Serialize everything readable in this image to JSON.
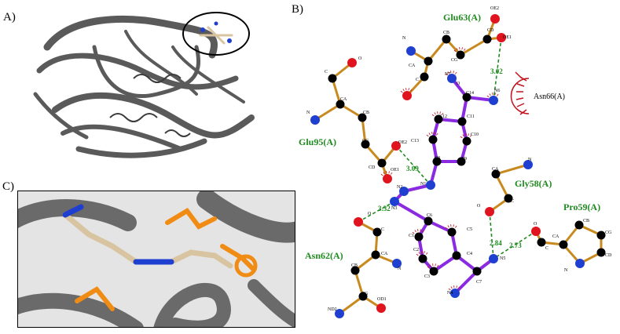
{
  "panels": {
    "a_label": "A)",
    "b_label": "B)",
    "c_label": "C)"
  },
  "residues": {
    "glu63": "Glu63(A)",
    "glu95": "Glu95(A)",
    "gly58": "Gly58(A)",
    "pro59": "Pro59(A)",
    "asn62": "Asn62(A)",
    "asn66": "Asn66(A)"
  },
  "distances": {
    "d302": "3.02",
    "d309": "3.09",
    "d332": "3.32",
    "d284": "2.84",
    "d273": "2.73"
  },
  "atoms": {
    "oe2_top": "OE2",
    "oe1_top": "OE1",
    "cd_top": "CD",
    "cb_top": "CB",
    "n_top": "N",
    "ca_top": "CA",
    "cg_top": "CG",
    "c_top": "C",
    "o_top": "O",
    "n7": "N7",
    "c14": "C14",
    "n6": "N6",
    "c12": "C12",
    "c11": "C11",
    "c13": "C13",
    "c10": "C10",
    "c9": "C9",
    "c8": "C8",
    "n1": "N1",
    "n2": "N2",
    "n3": "N3",
    "c_left": "C",
    "o_left": "O",
    "ca_left": "CA",
    "n_left": "N",
    "cb_left": "CB",
    "cg_left": "CG",
    "oe2_left": "OE2",
    "cd_left": "CD",
    "oe1_left": "OE1",
    "ca_gly": "CA",
    "n_gly": "N",
    "c_gly": "C",
    "o_gly": "O",
    "c6": "C6",
    "c5": "C5",
    "c1": "C1",
    "c2": "C2",
    "c3": "C3",
    "c4": "C4",
    "c7": "C7",
    "n4": "N4",
    "n5": "N5",
    "o_asn": "O",
    "c_asn": "C",
    "ca_asn": "CA",
    "n_asn": "N",
    "cb_asn": "CB",
    "cg_asn": "CG",
    "nd2": "ND2",
    "od1": "OD1",
    "o_pro": "O",
    "c_pro": "C",
    "ca_pro": "CA",
    "cb_pro": "CB",
    "cg_pro": "CG",
    "cd_pro": "CD",
    "n_pro": "N"
  },
  "colors": {
    "ligand_bond": "#8a2be2",
    "residue_bond": "#c88a1e",
    "carbon": "#000000",
    "nitrogen": "#1e3fd0",
    "oxygen": "#e0141e",
    "hbond": "#1f8a1f",
    "hydrophobic": "#c0141e",
    "protein": "#5a5a5a",
    "ligand_stick": "#d8c4a0",
    "residue_stick": "#f08c14"
  }
}
